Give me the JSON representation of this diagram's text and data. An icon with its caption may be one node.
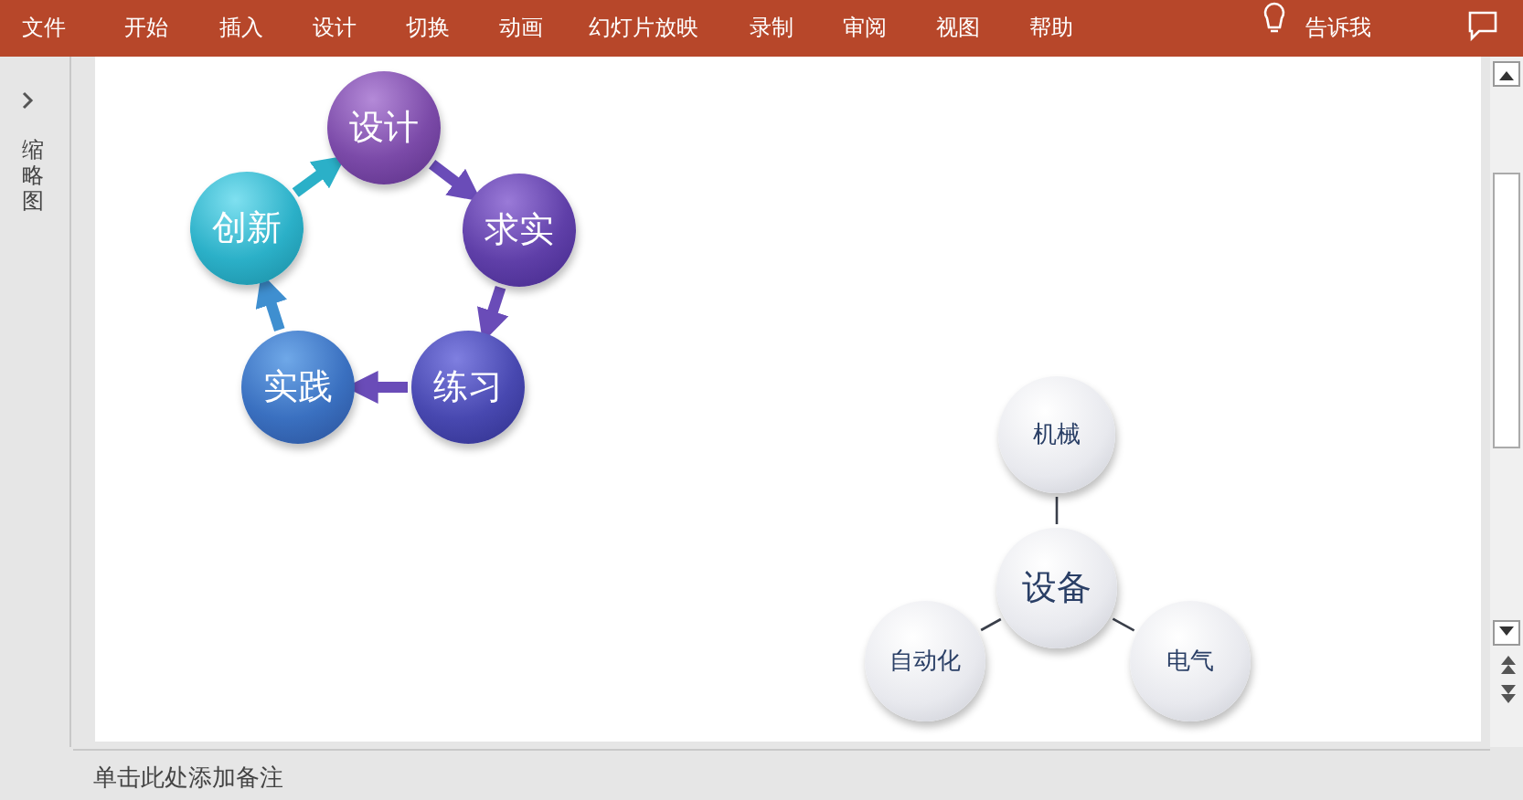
{
  "diagram": {
    "nodes": [
      {
        "text": [
          "设计"
        ]
      },
      {
        "text": [
          "求实"
        ]
      },
      {
        "text": [
          "练习"
        ]
      },
      {
        "text": [
          "实践"
        ]
      },
      {
        "text": [
          "创新"
        ]
      },
      {
        "text": [
          "设备"
        ]
      },
      {
        "text": [
          "机械"
        ]
      },
      {
        "text": [
          "自动化"
        ]
      },
      {
        "text": [
          "电气"
        ]
      }
    ],
    "edges": [
      {
        "from": 0,
        "to": 1,
        "arrow": "to",
        "color": "#6a4cb8"
      },
      {
        "from": 1,
        "to": 2,
        "arrow": "to",
        "color": "#6a4cb8"
      },
      {
        "from": 2,
        "to": 3,
        "arrow": "to",
        "color": "#6a4cb8"
      },
      {
        "from": 3,
        "to": 4,
        "arrow": "to",
        "color": "#3f8fd0"
      },
      {
        "from": 4,
        "to": 0,
        "arrow": "to",
        "color": "#2bb0c8"
      },
      {
        "from": 5,
        "to": 6,
        "arrow": "none",
        "color": "#3a3f4a"
      },
      {
        "from": 5,
        "to": 7,
        "arrow": "none",
        "color": "#3a3f4a"
      },
      {
        "from": 5,
        "to": 8,
        "arrow": "none",
        "color": "#3a3f4a"
      }
    ],
    "labels": [
      "文件",
      "开始",
      "插入",
      "设计",
      "切换",
      "动画",
      "幻灯片放映",
      "录制",
      "审阅",
      "视图",
      "帮助",
      "告诉我",
      "缩略图",
      "单击此处添加备注"
    ]
  }
}
